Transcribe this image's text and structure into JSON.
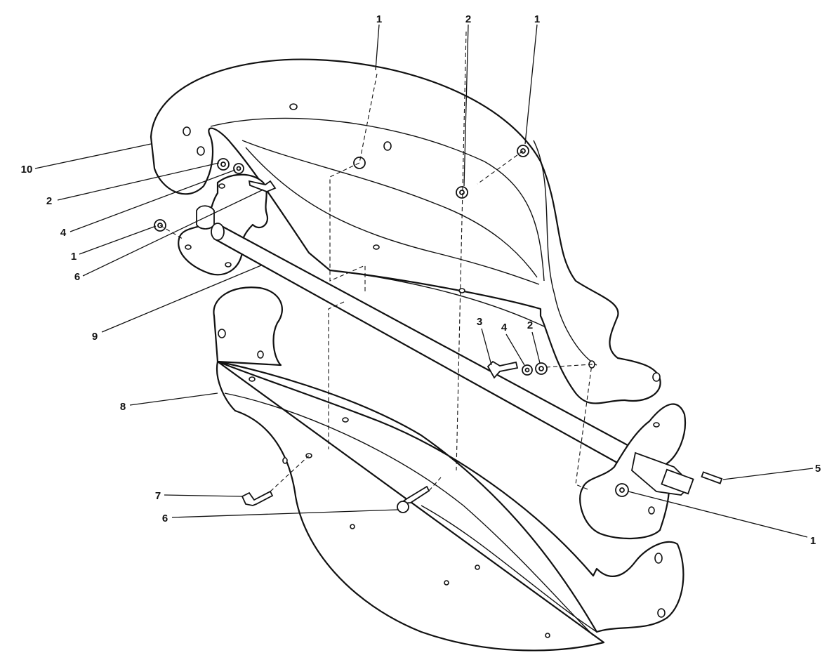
{
  "diagram": {
    "callouts": {
      "top_1_left": "1",
      "top_2": "2",
      "top_1_right": "1",
      "left_10": "10",
      "left_2": "2",
      "left_4": "4",
      "left_1": "1",
      "left_6": "6",
      "left_9": "9",
      "mid_3": "3",
      "mid_4": "4",
      "mid_2": "2",
      "left_8": "8",
      "right_5": "5",
      "left_7": "7",
      "bottom_6": "6",
      "right_1": "1"
    }
  }
}
